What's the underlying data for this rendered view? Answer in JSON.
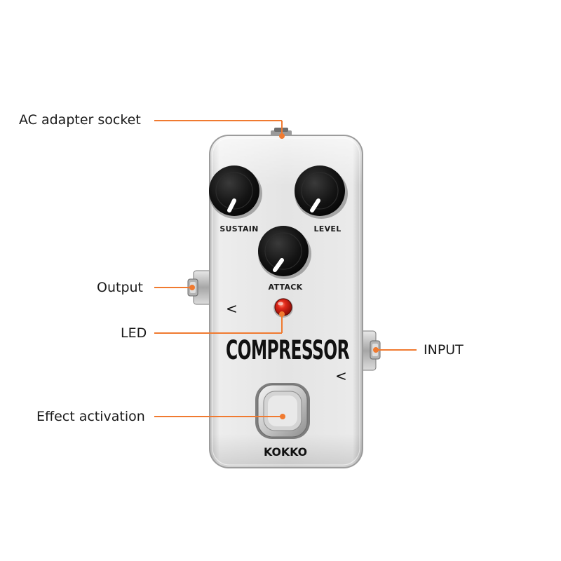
{
  "callouts": {
    "ac_adapter": "AC adapter socket",
    "output": "Output",
    "led": "LED",
    "effect": "Effect activation",
    "input": "INPUT"
  },
  "pedal": {
    "title": "COMPRESSOR",
    "brand": "KOKKO",
    "knobs": {
      "sustain": "SUSTAIN",
      "level": "LEVEL",
      "attack": "ATTACK"
    },
    "output_arrow": "<",
    "input_arrow": "<"
  },
  "colors": {
    "callout_line": "#f07a30",
    "led": "#d81b10",
    "pedal_body": "#e6e6e6"
  },
  "icons": {
    "led": "led-indicator-icon",
    "footswitch": "footswitch-icon",
    "jack": "audio-jack-icon"
  }
}
